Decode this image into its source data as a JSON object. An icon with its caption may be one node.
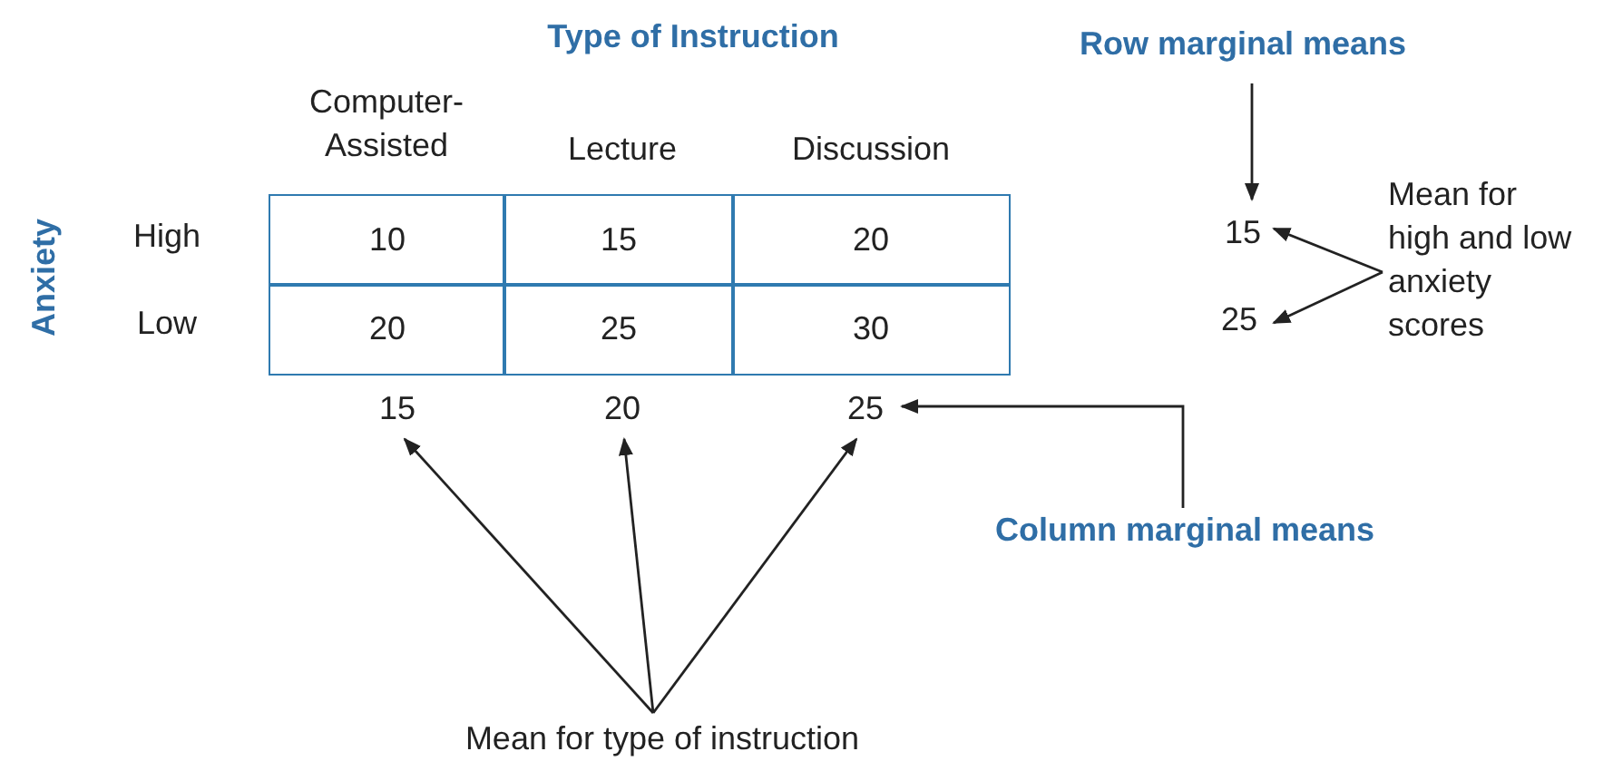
{
  "diagram": {
    "nodes": [
      {
        "text": [
          "Row marginal means"
        ]
      },
      {
        "text": [
          "15"
        ]
      },
      {
        "text": [
          "25"
        ]
      },
      {
        "text": [
          "Mean for high and low anxiety scores"
        ]
      },
      {
        "text": [
          "15"
        ]
      },
      {
        "text": [
          "20"
        ]
      },
      {
        "text": [
          "25"
        ]
      },
      {
        "text": [
          "Column marginal means"
        ]
      },
      {
        "text": [
          "Mean for type of instruction"
        ]
      }
    ],
    "edges": [
      {
        "from": 0,
        "to": 1,
        "arrow": "to"
      },
      {
        "from": 3,
        "to": 1,
        "arrow": "to"
      },
      {
        "from": 3,
        "to": 2,
        "arrow": "to"
      },
      {
        "from": 7,
        "to": 6,
        "arrow": "to"
      },
      {
        "from": 8,
        "to": 4,
        "arrow": "to"
      },
      {
        "from": 8,
        "to": 5,
        "arrow": "to"
      },
      {
        "from": 8,
        "to": 6,
        "arrow": "to"
      }
    ],
    "labels": [
      "Type of Instruction",
      "Computer- Assisted",
      "Lecture",
      "Discussion",
      "Anxiety",
      "High",
      "10",
      "15",
      "20",
      "Low",
      "20",
      "25",
      "30"
    ]
  }
}
